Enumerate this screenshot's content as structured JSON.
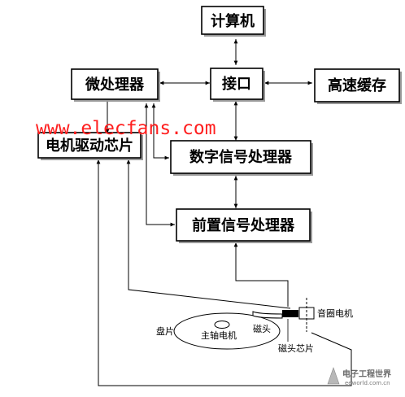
{
  "blocks": {
    "computer": "计算机",
    "microprocessor": "微处理器",
    "interface": "接口",
    "cache": "高速缓存",
    "motor_driver": "电机驱动芯片",
    "dsp": "数字信号处理器",
    "preamp": "前置信号处理器"
  },
  "parts": {
    "platter": "盘片",
    "spindle_motor": "主轴电机",
    "head": "磁头",
    "head_chip": "磁头芯片",
    "voice_coil_motor": "音圈电机"
  },
  "watermark": "www.elecfans.com",
  "logo": {
    "title": "电子工程世界",
    "subtitle": "eeworld.com.cn"
  }
}
